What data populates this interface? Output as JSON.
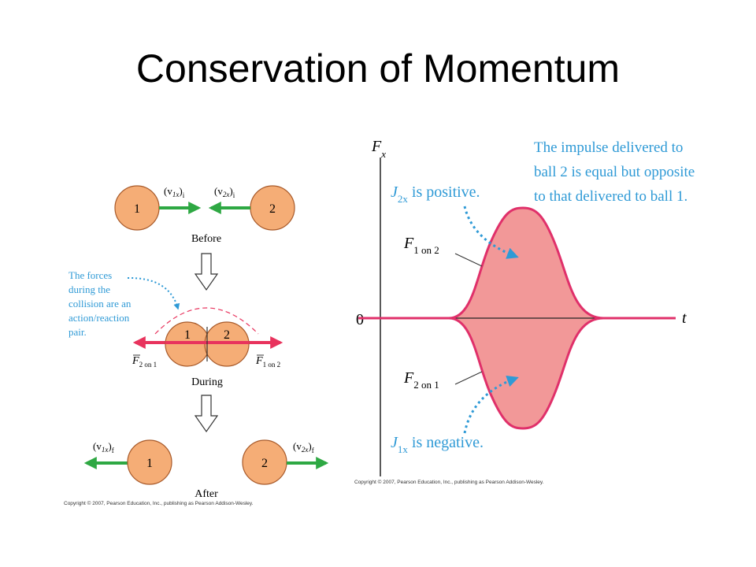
{
  "title": "Conservation of Momentum",
  "left": {
    "ball1": "1",
    "ball2": "2",
    "before_label": "Before",
    "during_label": "During",
    "after_label": "After",
    "v1_initial": {
      "v": "(v",
      "sub": "1x",
      "post": ")",
      "subpost": "i"
    },
    "v2_initial": {
      "v": "(v",
      "sub": "2x",
      "post": ")",
      "subpost": "i"
    },
    "v1_final": {
      "v": "(v",
      "sub": "1x",
      "post": ")",
      "subpost": "f"
    },
    "v2_final": {
      "v": "(v",
      "sub": "2x",
      "post": ")",
      "subpost": "f"
    },
    "forces_note": [
      "The forces",
      "during the",
      "collision are an",
      "action/reaction",
      "pair."
    ],
    "f21": {
      "main": "F",
      "sub": "2 on 1"
    },
    "f12": {
      "main": "F",
      "sub": "1 on 2"
    },
    "copyright": "Copyright © 2007, Pearson Education, Inc., publishing as Pearson Addison-Wesley."
  },
  "right": {
    "axis_y": {
      "main": "F",
      "sub": "x"
    },
    "axis_x": "t",
    "zero": "0",
    "curve_top_label": {
      "main": "F",
      "sub": "1 on 2"
    },
    "curve_bottom_label": {
      "main": "F",
      "sub": "2 on 1"
    },
    "j2": {
      "main": "J",
      "sub": "2x",
      "rest": " is positive."
    },
    "j1": {
      "main": "J",
      "sub": "1x",
      "rest": " is negative."
    },
    "impulse_note": [
      "The impulse delivered to",
      "ball 2 is equal but opposite",
      "to that delivered to ball 1."
    ],
    "copyright": "Copyright © 2007, Pearson Education, Inc., publishing as Pearson Addison-Wesley."
  },
  "colors": {
    "ball": "#f5ad76",
    "ball_stroke": "#a85a2a",
    "green_arrow": "#2ea843",
    "red_force": "#e8335d",
    "curve": "#e0306a",
    "fill": "#f29898",
    "annotation": "#2f9ad6"
  }
}
